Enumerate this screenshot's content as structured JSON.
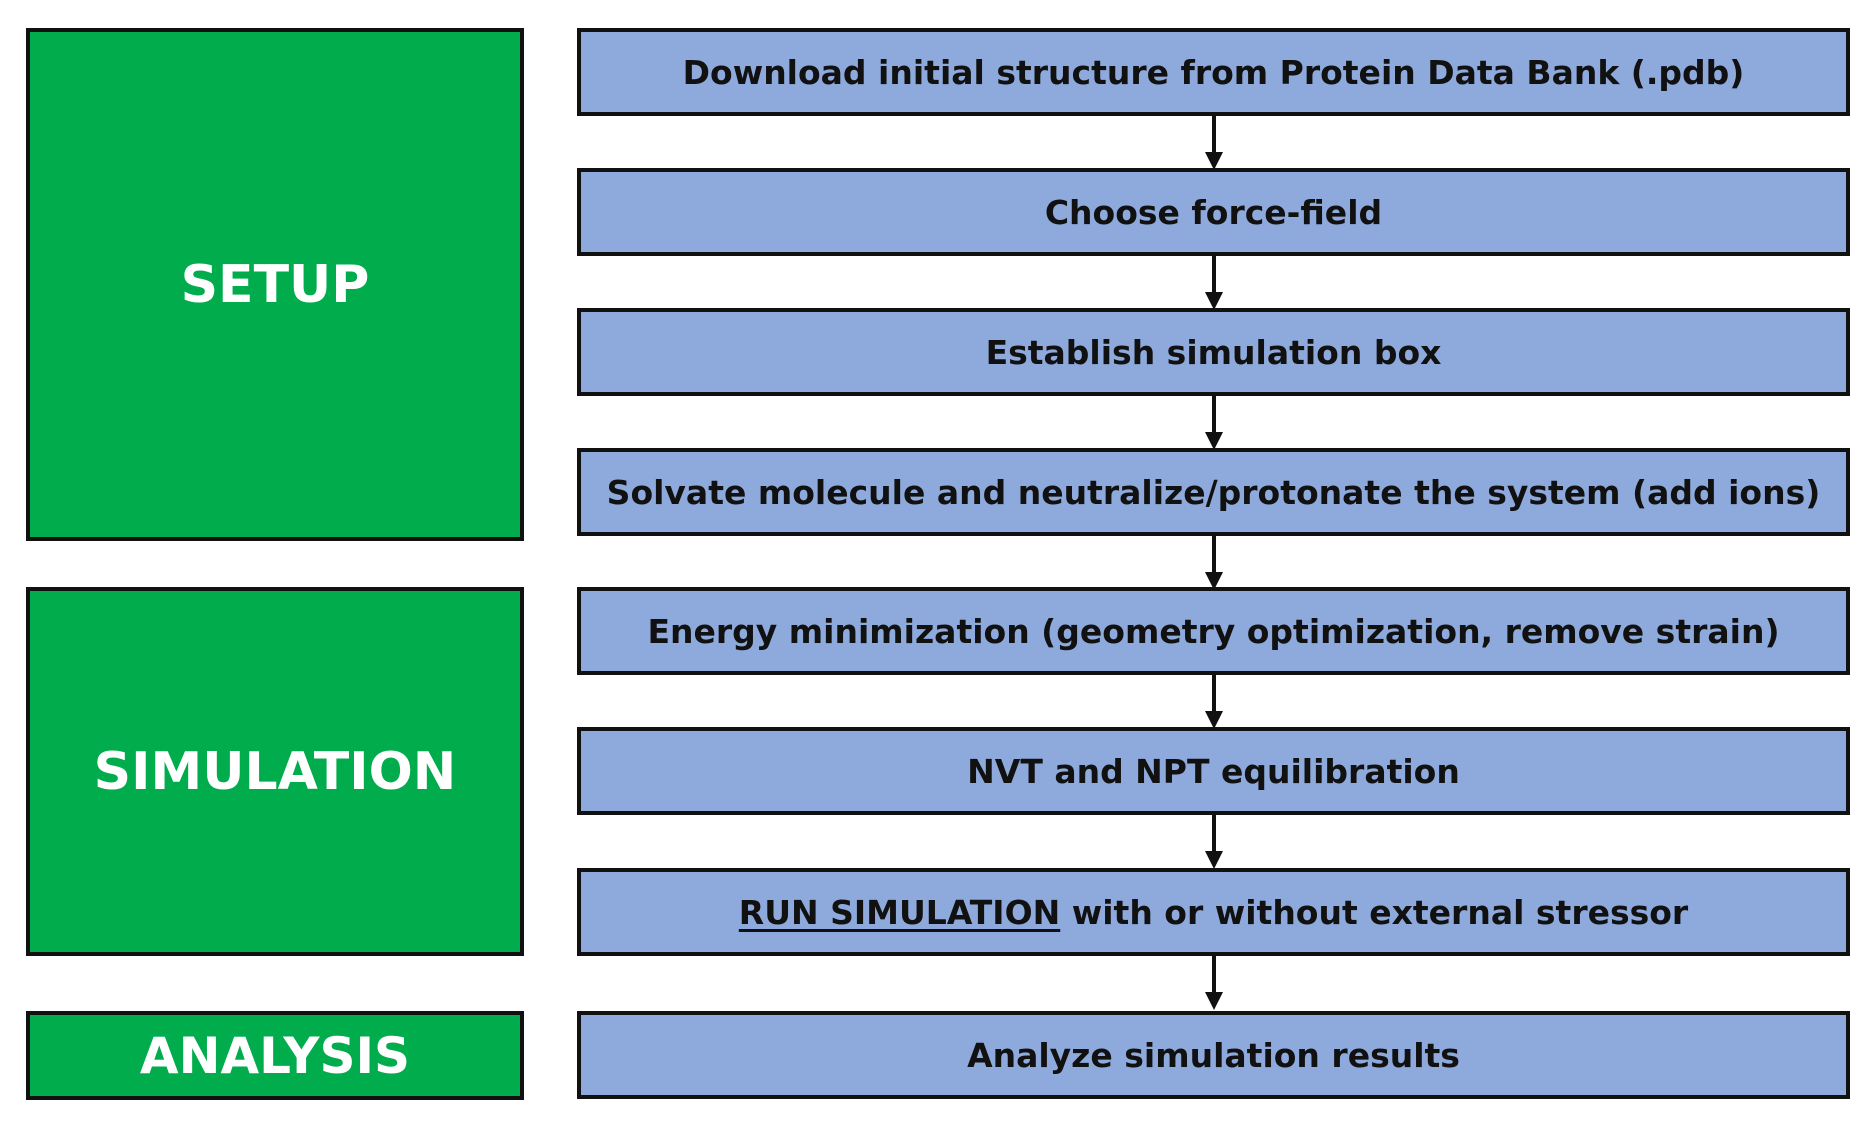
{
  "phases": {
    "setup": "SETUP",
    "simulation": "SIMULATION",
    "analysis": "ANALYSIS"
  },
  "steps": [
    {
      "text": "Download initial structure from Protein Data Bank (.pdb)"
    },
    {
      "text": "Choose force-field"
    },
    {
      "text": "Establish simulation box"
    },
    {
      "text": "Solvate molecule and neutralize/protonate the system (add ions)"
    },
    {
      "text": "Energy minimization (geometry optimization, remove strain)"
    },
    {
      "text": "NVT and NPT equilibration"
    },
    {
      "underlined": "RUN SIMULATION",
      "rest": " with or without external stressor"
    },
    {
      "text": "Analyze simulation results"
    }
  ],
  "colors": {
    "phase_fill": "#00AC4C",
    "step_fill": "#8EAADC",
    "border": "#111111"
  }
}
